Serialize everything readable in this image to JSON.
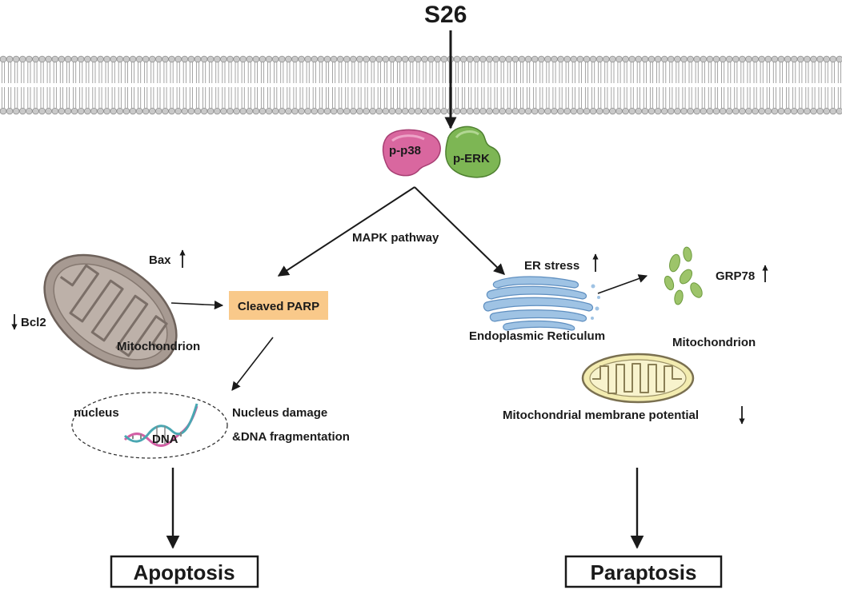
{
  "labels": {
    "s26": "S26",
    "p_p38": "p-p38",
    "p_erk": "p-ERK",
    "mapk": "MAPK pathway",
    "bax": "Bax",
    "bcl2": "Bcl2",
    "mito_left": "Mitochondrion",
    "cleaved_parp": "Cleaved PARP",
    "nucleus": "nucleus",
    "dna": "DNA",
    "nucleus_damage_1": "Nucleus damage",
    "nucleus_damage_2": "&DNA fragmentation",
    "apoptosis": "Apoptosis",
    "er_stress": "ER stress",
    "grp78": "GRP78",
    "er": "Endoplasmic Reticulum",
    "mito_right": "Mitochondrion",
    "mmp": "Mitochondrial membrane potential",
    "paraptosis": "Paraptosis"
  },
  "colors": {
    "membrane_head": "#c9c9c9",
    "p38_fill": "#d9679f",
    "erk_fill": "#7db654",
    "parp_box": "#f9c98a",
    "mito_left_fill": "#a79a92",
    "mito_right_fill": "#f3ecb0",
    "er_fill": "#9fc3e4",
    "grp78_fill": "#9dc46a",
    "dna_strand_1": "#d35fa5",
    "dna_strand_2": "#4aa7b2"
  }
}
